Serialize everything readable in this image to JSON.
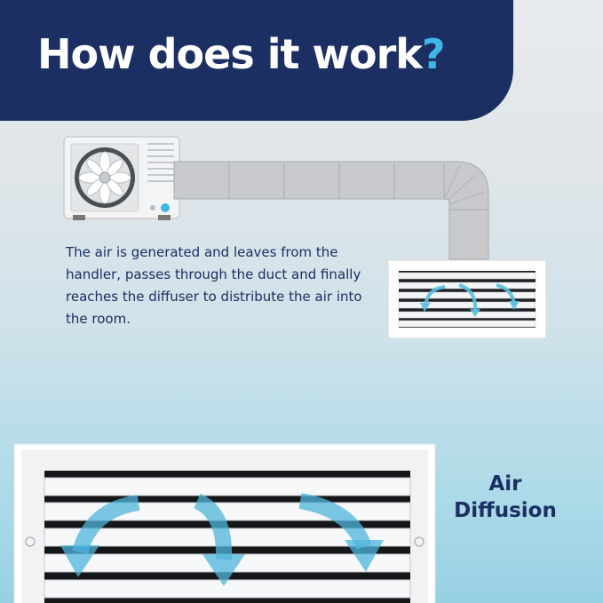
{
  "header": {
    "title": "How does it work",
    "title_punctuation": "?"
  },
  "body": {
    "description": "The air is generated and leaves from the handler, passes through the duct and finally reaches the diffuser to distribute the air into the room."
  },
  "caption": {
    "line1": "Air",
    "line2": "Diffusion"
  },
  "colors": {
    "navy": "#1b2f63",
    "accent_blue": "#3fb7e6",
    "arrow_blue": "#5bbfe0"
  }
}
